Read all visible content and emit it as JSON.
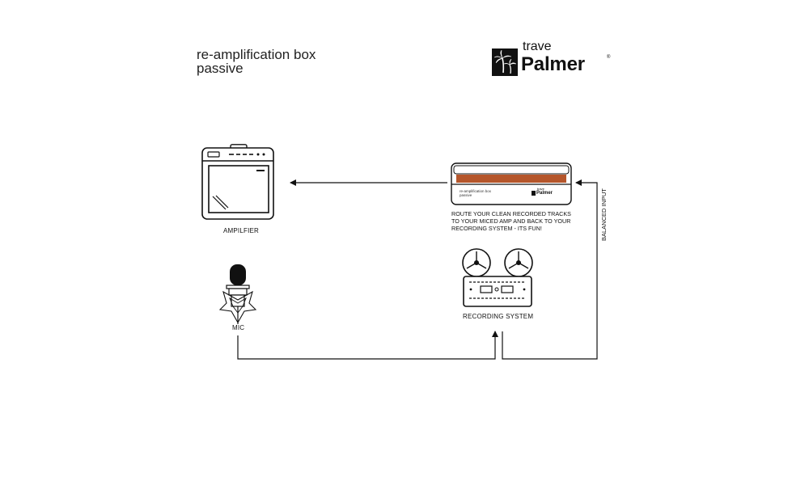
{
  "header": {
    "title_line1": "re-amplification box",
    "title_line2": "passive"
  },
  "logo": {
    "small_text": "trave",
    "brand": "Palmer",
    "registered": "®",
    "icon": "palm-tree-icon"
  },
  "nodes": {
    "amplifier": {
      "label": "AMPILFIER"
    },
    "mic": {
      "label": "MIC"
    },
    "recording_system": {
      "label": "RECORDING SYSTEM"
    },
    "reamp_box": {
      "face_title_line1": "re-amplification box",
      "face_title_line2": "passive",
      "face_brand_small": "trave",
      "face_brand": "Palmer",
      "accent_color": "#b5562b",
      "description_line1": "ROUTE YOUR CLEAN RECORDED TRACKS",
      "description_line2": "TO YOUR MICED AMP AND BACK TO YOUR",
      "description_line3": "RECORDING SYSTEM - ITS FUN!"
    }
  },
  "connections": {
    "balanced_input_label": "BALANCED INPUT"
  }
}
